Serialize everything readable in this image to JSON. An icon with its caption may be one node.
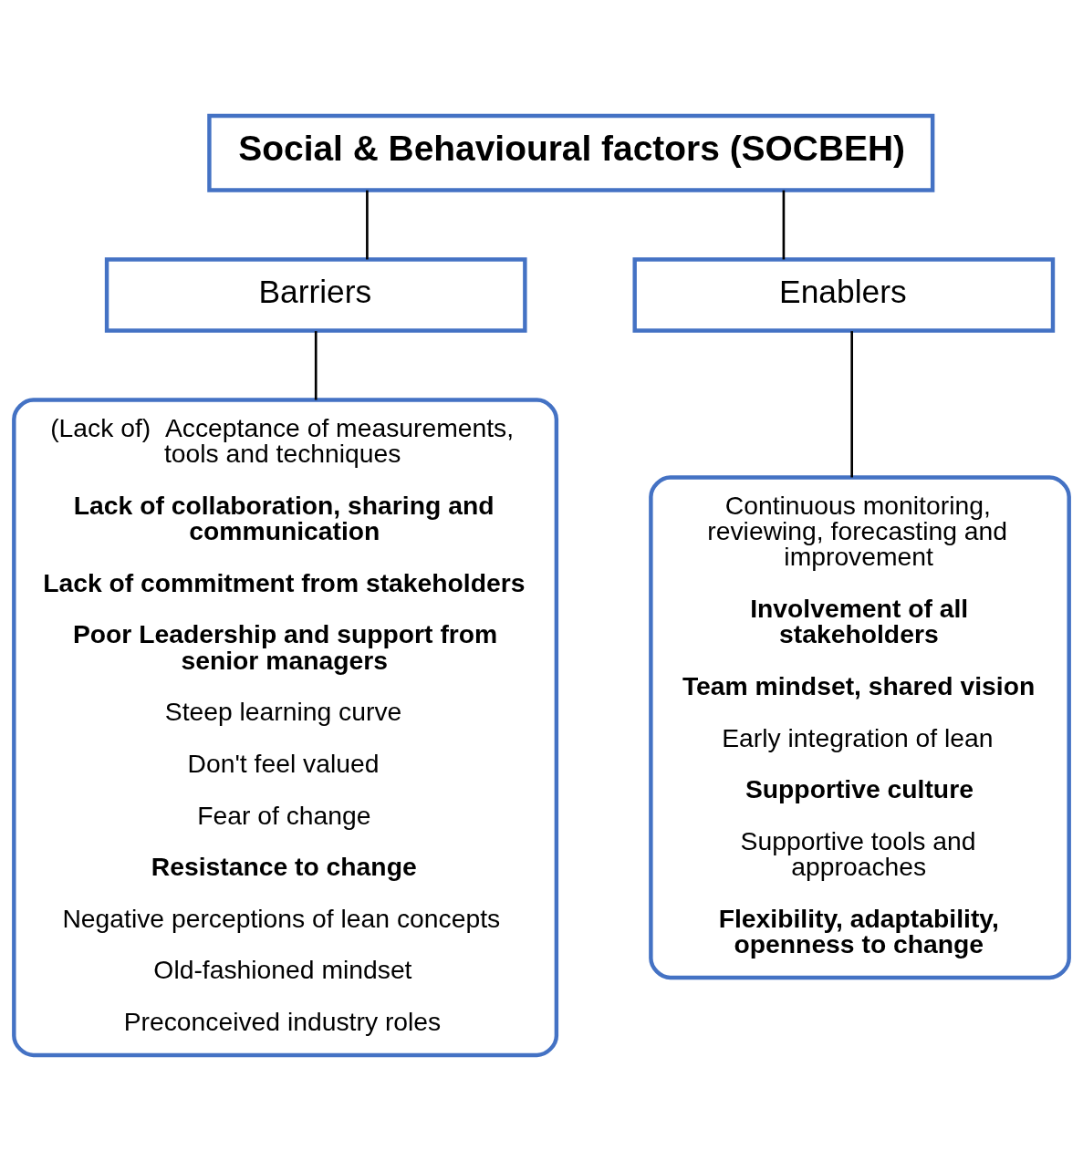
{
  "diagram": {
    "nodes": [
      {
        "text": [
          "**Social & Behavioural factors (SOCBEH)**"
        ]
      },
      {
        "text": [
          "Barriers"
        ]
      },
      {
        "text": [
          "Enablers"
        ]
      },
      {
        "text": [
          "(Lack of)  Acceptance of measurements, tools and techniques",
          "**Lack of collaboration, sharing and communication**",
          "**Lack of commitment from stakeholders**",
          "**Poor Leadership and support from senior managers**",
          "Steep learning curve",
          "Don't feel valued",
          "Fear of change",
          "**Resistance to change**",
          "Negative perceptions of lean concepts",
          "Old-fashioned mindset",
          "Preconceived industry roles"
        ]
      },
      {
        "text": [
          "Continuous monitoring, reviewing, forecasting and improvement",
          "**Involvement of all stakeholders**",
          "**Team mindset, shared vision**",
          "Early integration of lean",
          "**Supportive culture**",
          "Supportive tools and approaches",
          "**Flexibility, adaptability, openness to change**"
        ]
      }
    ],
    "edges": [
      {
        "from": 0,
        "to": 1,
        "arrow": "none"
      },
      {
        "from": 0,
        "to": 2,
        "arrow": "none"
      },
      {
        "from": 1,
        "to": 3,
        "arrow": "none"
      },
      {
        "from": 2,
        "to": 4,
        "arrow": "none"
      }
    ]
  }
}
